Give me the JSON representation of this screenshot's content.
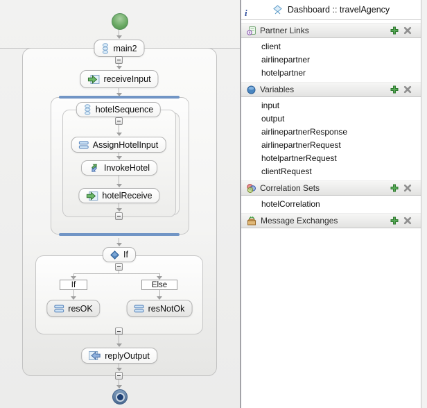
{
  "panel": {
    "info_glyph": "i",
    "title": "Dashboard :: travelAgency",
    "sections": [
      {
        "label": "Partner Links",
        "items": [
          "client",
          "airlinepartner",
          "hotelpartner"
        ]
      },
      {
        "label": "Variables",
        "items": [
          "input",
          "output",
          "airlinepartnerResponse",
          "airlinepartnerRequest",
          "hotelpartnerRequest",
          "clientRequest"
        ]
      },
      {
        "label": "Correlation Sets",
        "items": [
          "hotelCorrelation"
        ]
      },
      {
        "label": "Message Exchanges",
        "items": []
      }
    ]
  },
  "diagram": {
    "nodes": {
      "main2": "main2",
      "receive_input": "receiveInput",
      "hotel_sequence": "hotelSequence",
      "assign_hotel_input": "AssignHotelInput",
      "invoke_hotel": "InvokeHotel",
      "hotel_receive": "hotelReceive",
      "if": "If",
      "branch_if": "If",
      "branch_else": "Else",
      "res_ok": "resOK",
      "res_not_ok": "resNotOk",
      "reply_output": "replyOutput"
    }
  },
  "colors": {
    "flow_accent": "#7195c5",
    "add_green": "#57a857",
    "remove_gray": "#8f8f8f",
    "start_green": "#69a963",
    "end_navy": "#1d3f73"
  }
}
